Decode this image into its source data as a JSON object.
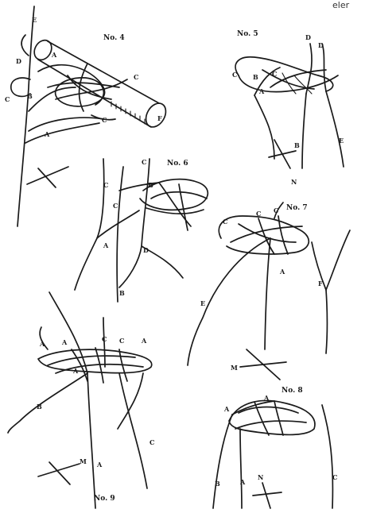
{
  "corner_text": "eler",
  "figures": [
    {
      "id": "no4",
      "title": "No. 4",
      "labels": {
        "E": "E",
        "D": "D",
        "C": "C",
        "B": "B",
        "A": "A",
        "F": "F",
        "Ca": "C",
        "Cb": "C",
        "Aa": "A"
      }
    },
    {
      "id": "no5",
      "title": "No. 5",
      "labels": {
        "C": "C",
        "B": "B",
        "A": "A",
        "Da": "D",
        "Db": "D",
        "Ca": "C",
        "Bb": "B",
        "E": "E",
        "N": "N"
      }
    },
    {
      "id": "no6",
      "title": "No. 6",
      "labels": {
        "Ca": "C",
        "Cb": "C",
        "C": "C",
        "B": "B",
        "A": "A",
        "Dh": "D",
        "Bb": "B"
      }
    },
    {
      "id": "no7",
      "title": "No. 7",
      "labels": {
        "C": "C",
        "Ca": "C",
        "Cb": "C",
        "A": "A",
        "E": "E",
        "F": "F",
        "M": "M"
      }
    },
    {
      "id": "no9",
      "title": "No. 9",
      "labels": {
        "Ac": "A",
        "Aa": "A",
        "Cc": "C",
        "Ca": "C",
        "Ab": "A",
        "Ar": "A",
        "B": "B",
        "C": "C",
        "A": "A",
        "M": "M"
      }
    },
    {
      "id": "no8",
      "title": "No. 8",
      "labels": {
        "Ac": "A",
        "Aa": "A",
        "B": "B",
        "A": "A",
        "N": "N",
        "C": "C"
      }
    }
  ]
}
